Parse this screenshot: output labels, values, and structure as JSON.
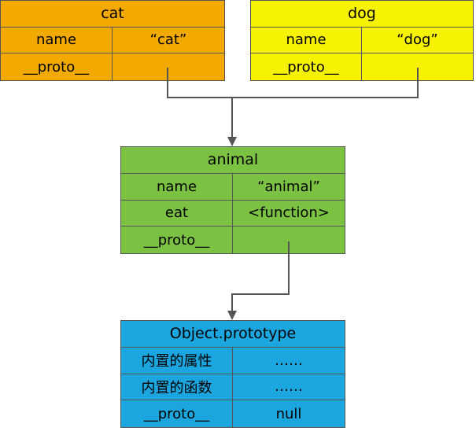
{
  "objects": {
    "cat": {
      "title": "cat",
      "color": "#f2a900",
      "rows": [
        {
          "key": "name",
          "value": "“cat”"
        },
        {
          "key": "__proto__",
          "value": ""
        }
      ]
    },
    "dog": {
      "title": "dog",
      "color": "#f7f200",
      "rows": [
        {
          "key": "name",
          "value": "“dog”"
        },
        {
          "key": "__proto__",
          "value": ""
        }
      ]
    },
    "animal": {
      "title": "animal",
      "color": "#7cc242",
      "rows": [
        {
          "key": "name",
          "value": "“animal”"
        },
        {
          "key": "eat",
          "value": "<function>"
        },
        {
          "key": "__proto__",
          "value": ""
        }
      ]
    },
    "object_prototype": {
      "title": "Object.prototype",
      "color": "#1ba6e0",
      "rows": [
        {
          "key": "内置的属性",
          "value": "……"
        },
        {
          "key": "内置的函数",
          "value": "……"
        },
        {
          "key": "__proto__",
          "value": "null"
        }
      ]
    }
  },
  "connector_color": "#555555"
}
